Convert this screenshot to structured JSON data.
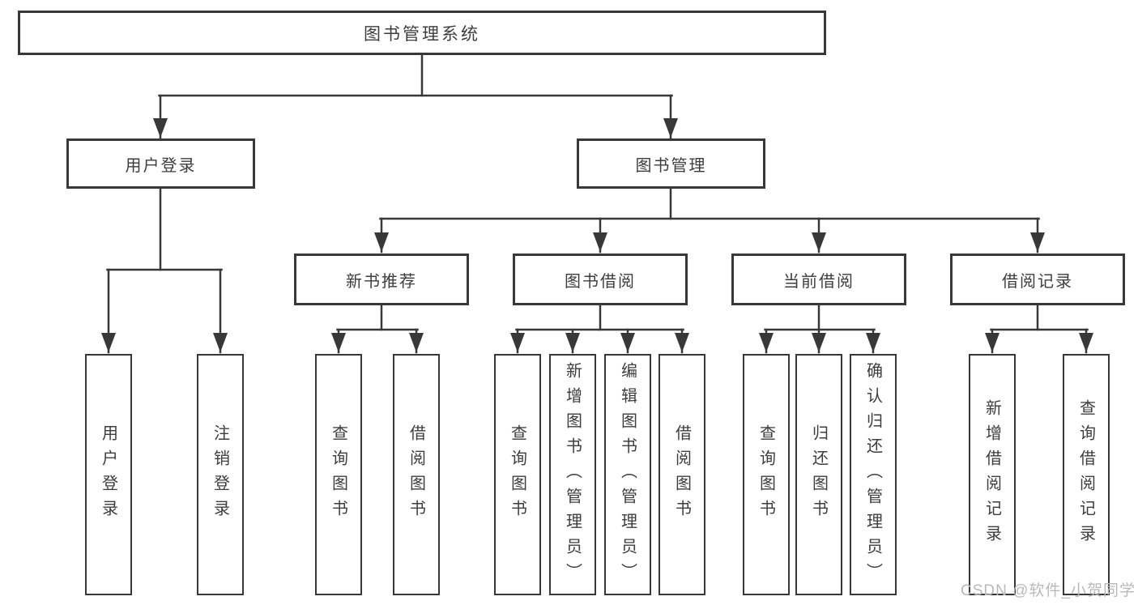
{
  "diagram": {
    "root": {
      "label": "图书管理系统"
    },
    "branches": [
      {
        "label": "用户登录",
        "children": [
          {
            "label": "用户登录"
          },
          {
            "label": "注销登录"
          }
        ]
      },
      {
        "label": "图书管理",
        "children": [
          {
            "label": "新书推荐",
            "children": [
              {
                "label": "查询图书"
              },
              {
                "label": "借阅图书"
              }
            ]
          },
          {
            "label": "图书借阅",
            "children": [
              {
                "label": "查询图书"
              },
              {
                "label": "新增图书（管理员）"
              },
              {
                "label": "编辑图书（管理员）"
              },
              {
                "label": "借阅图书"
              }
            ]
          },
          {
            "label": "当前借阅",
            "children": [
              {
                "label": "查询图书"
              },
              {
                "label": "归还图书"
              },
              {
                "label": "确认归还（管理员）"
              }
            ]
          },
          {
            "label": "借阅记录",
            "children": [
              {
                "label": "新增借阅记录"
              },
              {
                "label": "查询借阅记录"
              }
            ]
          }
        ]
      }
    ]
  },
  "watermark": {
    "text": "CSDN @软件_小贺同学"
  },
  "colors": {
    "line": "#383838",
    "box_border": "#383838",
    "box_fill": "#ffffff",
    "text": "#3d3d3d",
    "watermark": "#b9b9b9",
    "background": "#ffffff"
  }
}
